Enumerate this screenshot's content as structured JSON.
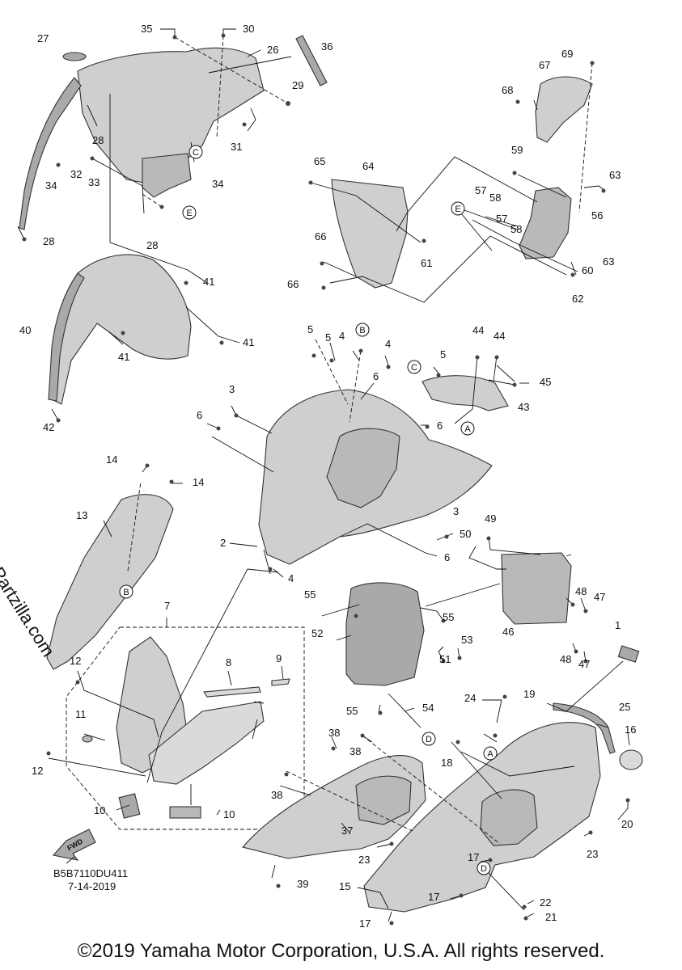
{
  "labels": [
    {
      "id": "l1",
      "text": "1"
    },
    {
      "id": "l2",
      "text": "2"
    },
    {
      "id": "l3a",
      "text": "3"
    },
    {
      "id": "l3b",
      "text": "3"
    },
    {
      "id": "l4a",
      "text": "4"
    },
    {
      "id": "l4b",
      "text": "4"
    },
    {
      "id": "l4c",
      "text": "4"
    },
    {
      "id": "l5a",
      "text": "5"
    },
    {
      "id": "l5b",
      "text": "5"
    },
    {
      "id": "l5c",
      "text": "5"
    },
    {
      "id": "l6a",
      "text": "6"
    },
    {
      "id": "l6b",
      "text": "6"
    },
    {
      "id": "l6c",
      "text": "6"
    },
    {
      "id": "l6d",
      "text": "6"
    },
    {
      "id": "l7",
      "text": "7"
    },
    {
      "id": "l8",
      "text": "8"
    },
    {
      "id": "l9",
      "text": "9"
    },
    {
      "id": "l10a",
      "text": "10"
    },
    {
      "id": "l10b",
      "text": "10"
    },
    {
      "id": "l11",
      "text": "11"
    },
    {
      "id": "l12a",
      "text": "12"
    },
    {
      "id": "l12b",
      "text": "12"
    },
    {
      "id": "l13",
      "text": "13"
    },
    {
      "id": "l14a",
      "text": "14"
    },
    {
      "id": "l14b",
      "text": "14"
    },
    {
      "id": "l15",
      "text": "15"
    },
    {
      "id": "l16",
      "text": "16"
    },
    {
      "id": "l17a",
      "text": "17"
    },
    {
      "id": "l17b",
      "text": "17"
    },
    {
      "id": "l17c",
      "text": "17"
    },
    {
      "id": "l18",
      "text": "18"
    },
    {
      "id": "l19",
      "text": "19"
    },
    {
      "id": "l20",
      "text": "20"
    },
    {
      "id": "l21",
      "text": "21"
    },
    {
      "id": "l22",
      "text": "22"
    },
    {
      "id": "l23a",
      "text": "23"
    },
    {
      "id": "l23b",
      "text": "23"
    },
    {
      "id": "l24",
      "text": "24"
    },
    {
      "id": "l25",
      "text": "25"
    },
    {
      "id": "l26",
      "text": "26"
    },
    {
      "id": "l27",
      "text": "27"
    },
    {
      "id": "l28a",
      "text": "28"
    },
    {
      "id": "l28b",
      "text": "28"
    },
    {
      "id": "l28c",
      "text": "28"
    },
    {
      "id": "l29",
      "text": "29"
    },
    {
      "id": "l30",
      "text": "30"
    },
    {
      "id": "l31",
      "text": "31"
    },
    {
      "id": "l32",
      "text": "32"
    },
    {
      "id": "l33",
      "text": "33"
    },
    {
      "id": "l34a",
      "text": "34"
    },
    {
      "id": "l34b",
      "text": "34"
    },
    {
      "id": "l35",
      "text": "35"
    },
    {
      "id": "l36",
      "text": "36"
    },
    {
      "id": "l37",
      "text": "37"
    },
    {
      "id": "l38a",
      "text": "38"
    },
    {
      "id": "l38b",
      "text": "38"
    },
    {
      "id": "l38c",
      "text": "38"
    },
    {
      "id": "l39",
      "text": "39"
    },
    {
      "id": "l40",
      "text": "40"
    },
    {
      "id": "l41a",
      "text": "41"
    },
    {
      "id": "l41b",
      "text": "41"
    },
    {
      "id": "l41c",
      "text": "41"
    },
    {
      "id": "l42",
      "text": "42"
    },
    {
      "id": "l43",
      "text": "43"
    },
    {
      "id": "l44a",
      "text": "44"
    },
    {
      "id": "l44b",
      "text": "44"
    },
    {
      "id": "l45",
      "text": "45"
    },
    {
      "id": "l46",
      "text": "46"
    },
    {
      "id": "l47a",
      "text": "47"
    },
    {
      "id": "l47b",
      "text": "47"
    },
    {
      "id": "l48a",
      "text": "48"
    },
    {
      "id": "l48b",
      "text": "48"
    },
    {
      "id": "l49",
      "text": "49"
    },
    {
      "id": "l50",
      "text": "50"
    },
    {
      "id": "l51",
      "text": "51"
    },
    {
      "id": "l52",
      "text": "52"
    },
    {
      "id": "l53",
      "text": "53"
    },
    {
      "id": "l54",
      "text": "54"
    },
    {
      "id": "l55a",
      "text": "55"
    },
    {
      "id": "l55b",
      "text": "55"
    },
    {
      "id": "l55c",
      "text": "55"
    },
    {
      "id": "l56",
      "text": "56"
    },
    {
      "id": "l57a",
      "text": "57"
    },
    {
      "id": "l57b",
      "text": "57"
    },
    {
      "id": "l58a",
      "text": "58"
    },
    {
      "id": "l58b",
      "text": "58"
    },
    {
      "id": "l59",
      "text": "59"
    },
    {
      "id": "l60",
      "text": "60"
    },
    {
      "id": "l61",
      "text": "61"
    },
    {
      "id": "l62",
      "text": "62"
    },
    {
      "id": "l63a",
      "text": "63"
    },
    {
      "id": "l63b",
      "text": "63"
    },
    {
      "id": "l64",
      "text": "64"
    },
    {
      "id": "l65",
      "text": "65"
    },
    {
      "id": "l66a",
      "text": "66"
    },
    {
      "id": "l66b",
      "text": "66"
    },
    {
      "id": "l67",
      "text": "67"
    },
    {
      "id": "l68",
      "text": "68"
    },
    {
      "id": "l69",
      "text": "69"
    }
  ],
  "refs": {
    "A": "A",
    "B": "B",
    "C": "C",
    "D": "D",
    "E": "E"
  },
  "fwd_label": "FWD",
  "diagram_code": "B5B7110DU411",
  "diagram_date": "7-14-2019",
  "copyright": "©2019 Yamaha Motor Corporation, U.S.A. All rights reserved.",
  "watermark": "© Partzilla.com"
}
